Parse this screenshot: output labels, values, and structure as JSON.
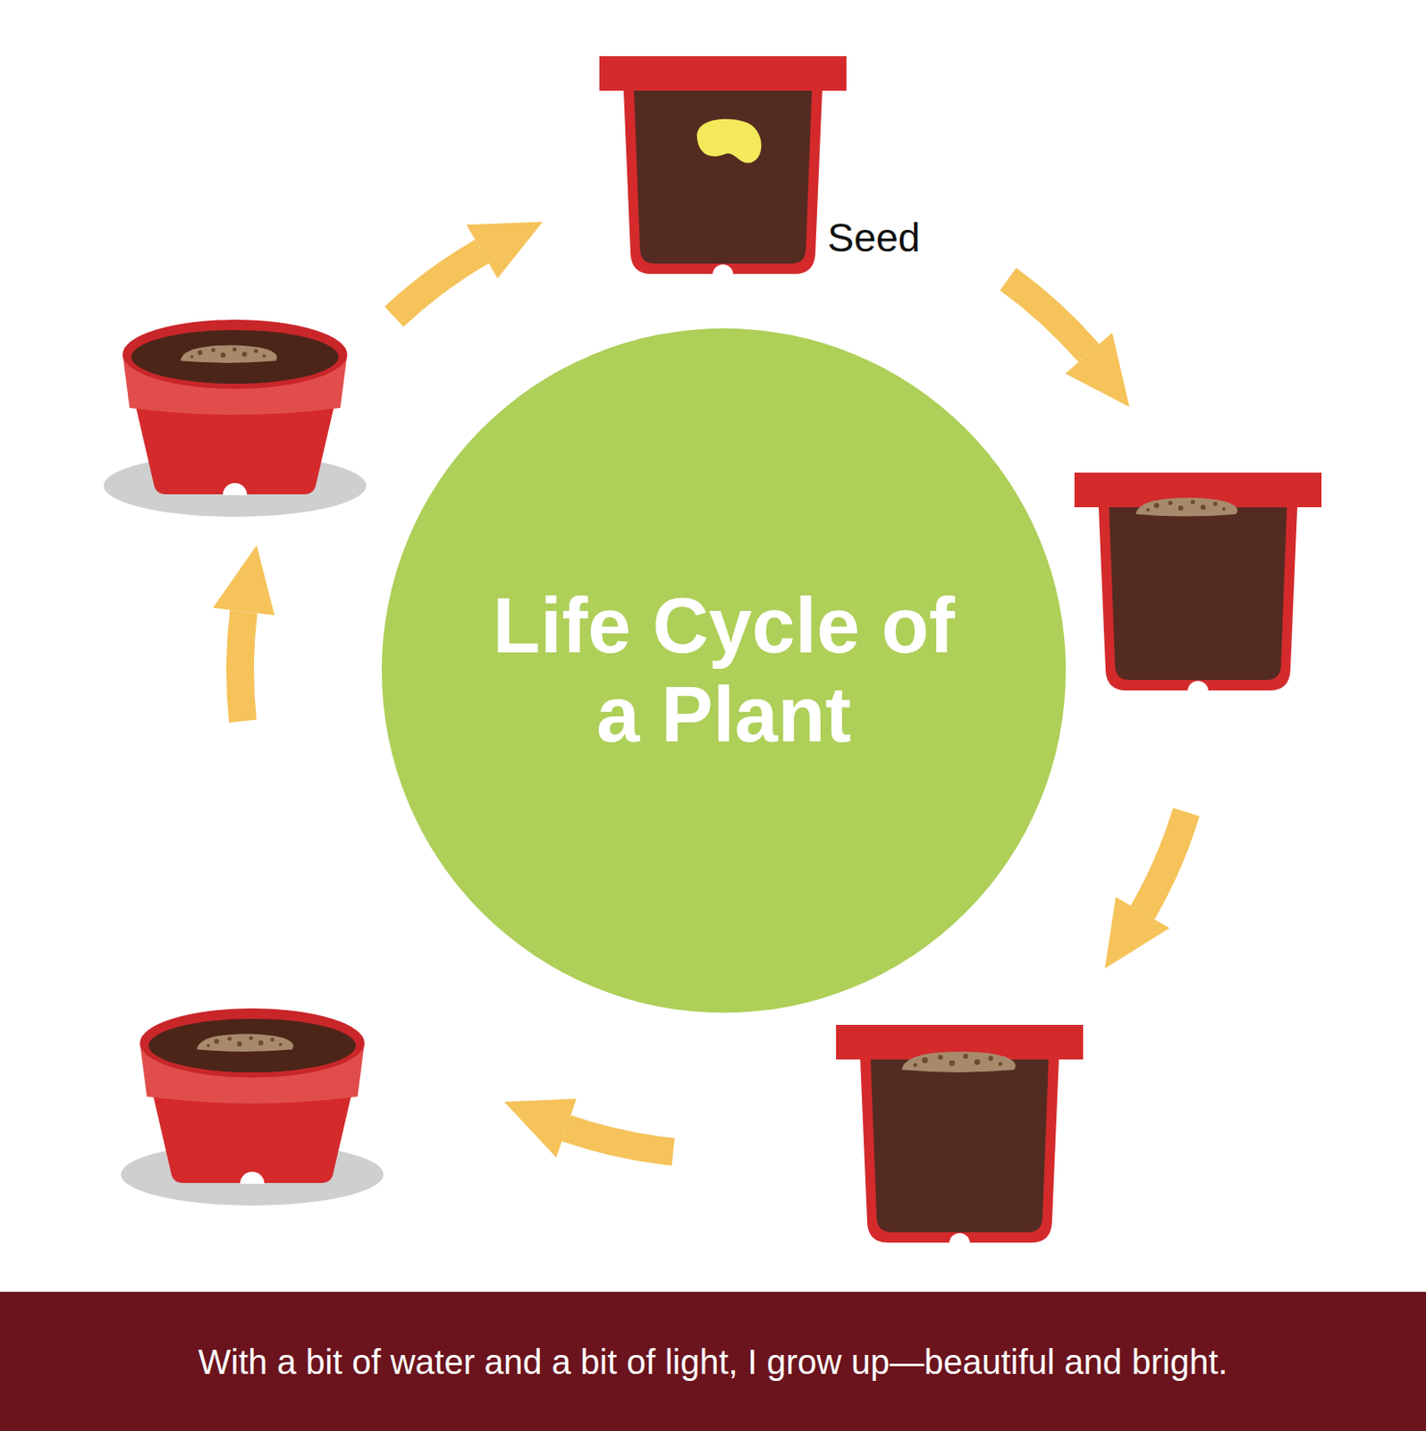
{
  "diagram": {
    "caption": "With a bit of water and a bit of light, I grow up—beautiful and bright.",
    "nodes": [
      {
        "text": [
          "Life Cycle of a Plant"
        ]
      }
    ],
    "labels": [
      "Seed"
    ]
  }
}
